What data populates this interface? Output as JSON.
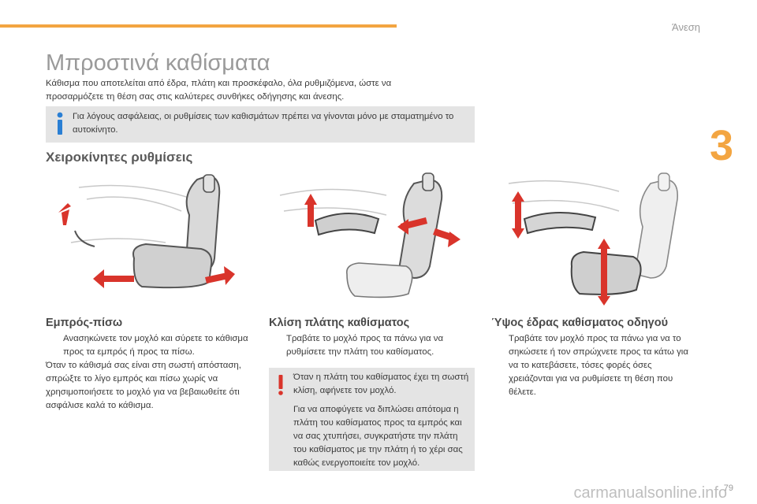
{
  "section": "Άνεση",
  "chapter": "3",
  "title": "Μπροστινά καθίσματα",
  "intro": "Κάθισμα που αποτελείται από έδρα, πλάτη και προσκέφαλο, όλα ρυθμιζόμενα, ώστε να προσαρμόζετε τη θέση σας στις καλύτερες συνθήκες οδήγησης και άνεσης.",
  "info": "Για λόγους ασφάλειας, οι ρυθμίσεις των καθισμάτων πρέπει να γίνονται μόνο με σταματημένο το αυτοκίνητο.",
  "manual_heading": "Χειροκίνητες ρυθμίσεις",
  "col1": {
    "heading": "Εμπρός-πίσω",
    "bullet": "Ανασηκώνετε τον μοχλό και σύρετε το κάθισμα προς τα εμπρός ή προς τα πίσω.",
    "note": "Όταν το κάθισμά σας είναι στη σωστή απόσταση, σπρώξτε το λίγο εμπρός και πίσω χωρίς να χρησιμοποιήσετε το μοχλό για να βεβαιωθείτε ότι ασφάλισε καλά το κάθισμα."
  },
  "col2": {
    "heading": "Κλίση πλάτης καθίσματος",
    "bullet": "Τραβάτε το μοχλό προς τα πάνω για να ρυθμίσετε την πλάτη του καθίσματος.",
    "warn1": "Όταν η πλάτη του καθίσματος έχει τη σωστή κλίση, αφήνετε τον μοχλό.",
    "warn2": "Για να αποφύγετε να διπλώσει απότομα η πλάτη του καθίσματος προς τα εμπρός και να σας χτυπήσει, συγκρατήστε την πλάτη του καθίσματος με την πλάτη ή το χέρι σας καθώς ενεργοποιείτε τον μοχλό."
  },
  "col3": {
    "heading": "Ύψος έδρας καθίσματος οδηγού",
    "bullet": "Τραβάτε τον μοχλό προς τα πάνω για να το σηκώσετε ή τον σπρώχνετε προς τα κάτω για να το κατεβάσετε, τόσες φορές όσες χρειάζονται για να ρυθμίσετε τη θέση που θέλετε."
  },
  "bullet_glyph": "",
  "page_number": "79",
  "watermark": "carmanualsonline.info",
  "colors": {
    "accent": "#f3a541",
    "box": "#e4e4e4",
    "arrow": "#d9342b",
    "info_icon": "#2a7fd4"
  }
}
